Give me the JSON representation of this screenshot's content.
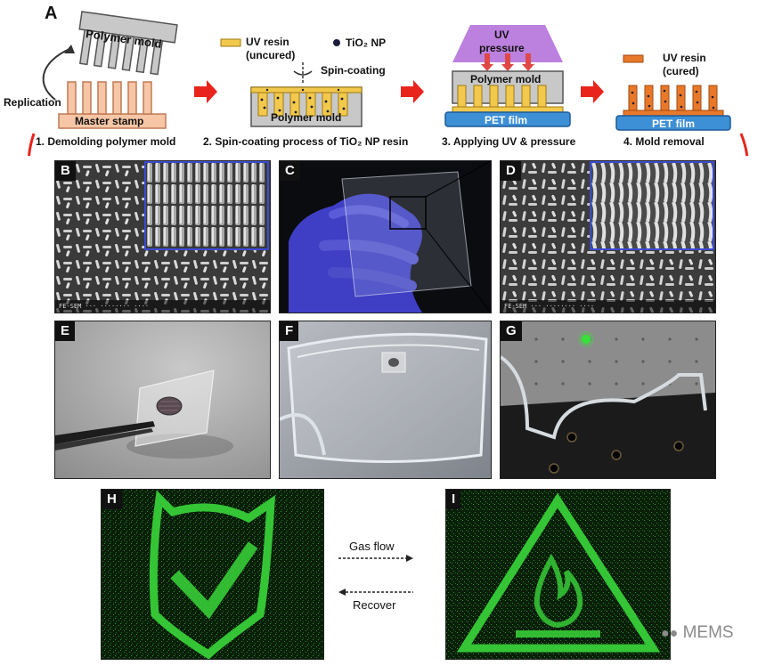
{
  "panel_a": {
    "label": "A",
    "replication": "Replication",
    "polymer_mold": "Polymer mold",
    "master_stamp": "Master stamp",
    "uv_resin_uncured": "UV resin\n(uncured)",
    "tio2_np": "TiO₂ NP",
    "spin_coating": "Spin-coating",
    "uv_pressure": "UV\npressure",
    "pet_film": "PET film",
    "uv_resin_cured": "UV resin\n(cured)",
    "step1": "1. Demolding polymer mold",
    "step2": "2. Spin-coating process of TiO₂ NP resin",
    "step3": "3. Applying UV & pressure",
    "step4": "4. Mold removal"
  },
  "panels": {
    "b": "B",
    "c": "C",
    "d": "D",
    "e": "E",
    "f": "F",
    "g": "G",
    "h": "H",
    "i": "I"
  },
  "arrows": {
    "gas_flow": "Gas flow",
    "recover": "Recover"
  },
  "watermark": "MEMS",
  "colors": {
    "arrow_red": "#e8241c",
    "master_stamp": "#f6c6a6",
    "polymer_mold": "#c8c8c8",
    "uv_resin_uncured": "#f2c94c",
    "uv_resin_cured": "#e8782a",
    "pet_film": "#3d8fd6",
    "uv_purple": "#b06ad8",
    "inset_border": "#3b4bd1",
    "fluorescence_green": "#39d63a"
  }
}
